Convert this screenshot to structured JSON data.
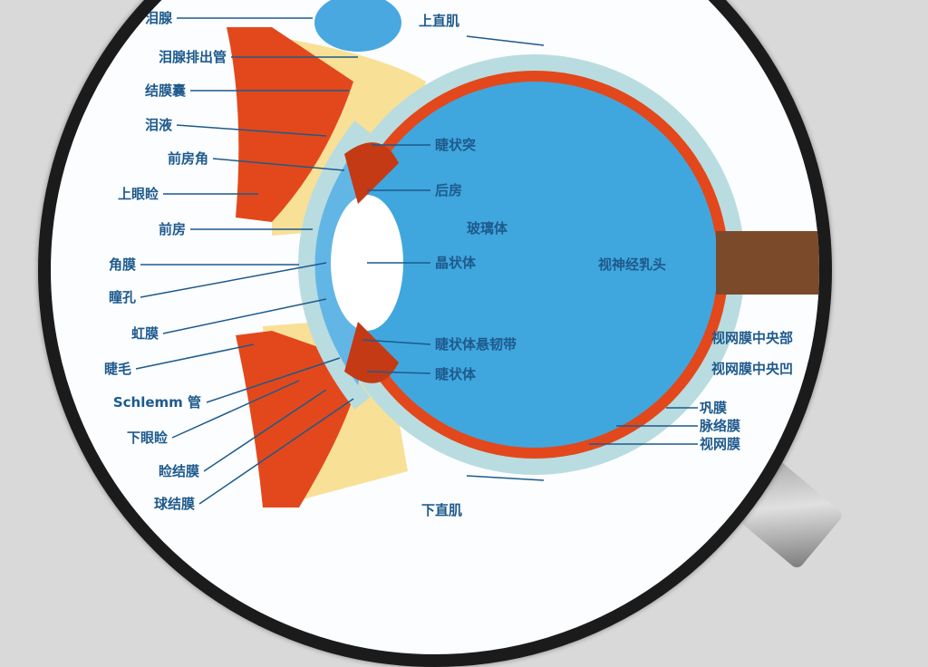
{
  "colors": {
    "label": "#1e5a8c",
    "vitreous": "#3fa7de",
    "retina": "#e2481c",
    "sclera": "#b9dce0",
    "background": "#d9d9d9",
    "rim": "#1b1b1b"
  },
  "left_labels": [
    "泪腺",
    "泪腺排出管",
    "结膜囊",
    "泪液",
    "前房角",
    "上眼睑",
    "前房",
    "角膜",
    "瞳孔",
    "虹膜",
    "睫毛",
    "Schlemm 管",
    "下眼睑",
    "睑结膜",
    "球结膜"
  ],
  "inner_labels": [
    "睫状突",
    "后房",
    "玻璃体",
    "晶状体",
    "睫状体悬韧带",
    "睫状体"
  ],
  "right_labels": [
    "上直肌",
    "视神经乳头",
    "视网膜中央部",
    "视网膜中央凹",
    "巩膜",
    "脉络膜",
    "视网膜",
    "下直肌"
  ]
}
